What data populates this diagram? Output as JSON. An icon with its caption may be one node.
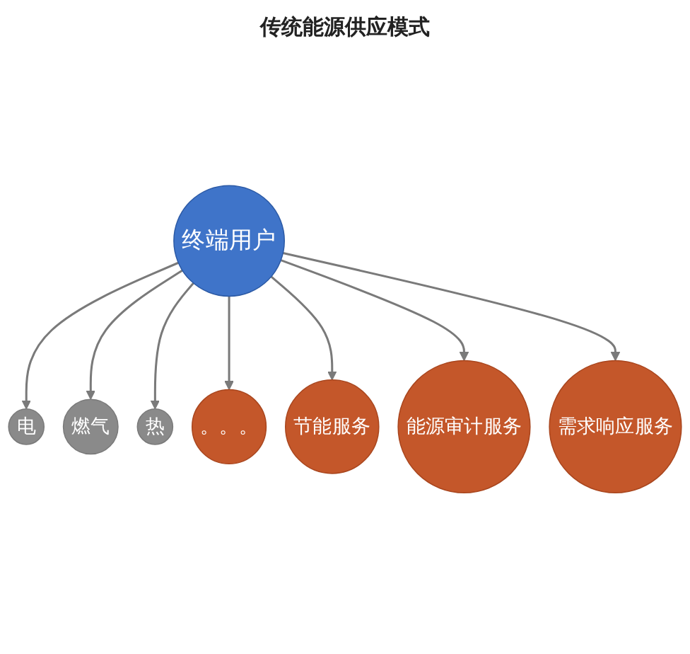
{
  "diagram": {
    "title": "传统能源供应模式",
    "nodes": [
      {
        "text": [
          "终端用户"
        ]
      },
      {
        "text": [
          "电"
        ]
      },
      {
        "text": [
          "燃气"
        ]
      },
      {
        "text": [
          "热"
        ]
      },
      {
        "text": [
          "。。。"
        ]
      },
      {
        "text": [
          "节能服务"
        ]
      },
      {
        "text": [
          "能源审计服务"
        ]
      },
      {
        "text": [
          "需求响应服务"
        ]
      }
    ],
    "edges": [
      {
        "from": 0,
        "to": 1,
        "arrow": "to"
      },
      {
        "from": 0,
        "to": 2,
        "arrow": "to"
      },
      {
        "from": 0,
        "to": 3,
        "arrow": "to"
      },
      {
        "from": 0,
        "to": 4,
        "arrow": "to"
      },
      {
        "from": 0,
        "to": 5,
        "arrow": "to"
      },
      {
        "from": 0,
        "to": 6,
        "arrow": "to"
      },
      {
        "from": 0,
        "to": 7,
        "arrow": "to"
      }
    ]
  }
}
